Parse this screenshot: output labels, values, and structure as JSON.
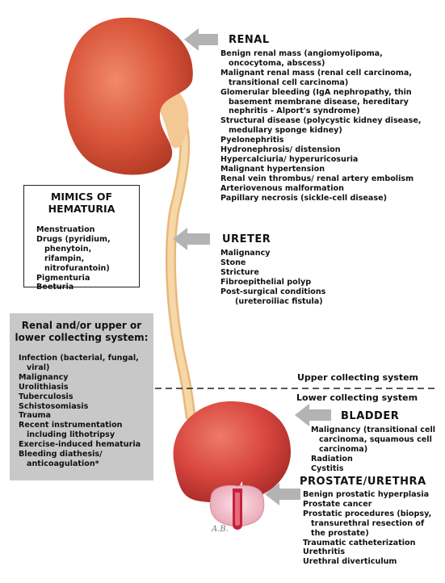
{
  "renal": {
    "title": "RENAL",
    "items": [
      "Benign renal mass (angiomyolipoma, oncocytoma, abscess)",
      "Malignant renal mass (renal cell carcinoma, transitional cell carcinoma)",
      "Glomerular bleeding (IgA nephropathy, thin basement membrane disease, hereditary nephritis - Alport's syndrome)",
      "Structural disease (polycystic kidney disease, medullary sponge kidney)",
      "Pyelonephritis",
      "Hydronephrosis/ distension",
      "Hypercalciuria/ hyperuricosuria",
      "Malignant hypertension",
      "Renal vein thrombus/ renal artery embolism",
      "Arteriovenous malformation",
      "Papillary necrosis (sickle-cell disease)"
    ]
  },
  "ureter": {
    "title": "URETER",
    "items": [
      "Malignancy",
      "Stone",
      "Stricture",
      "Fibroepithelial polyp",
      "Post-surgical conditions (ureteroiliac fistula)"
    ]
  },
  "mimics": {
    "title": "MIMICS OF HEMATURIA",
    "items": [
      "Menstruation",
      "Drugs (pyridium, phenytoin, rifampin, nitrofurantoin)",
      "Pigmenturia",
      "Beeturia"
    ]
  },
  "collecting": {
    "title": "Renal and/or upper or lower collecting system:",
    "items": [
      "Infection (bacterial, fungal, viral)",
      "Malignancy",
      "Urolithiasis",
      "Tuberculosis",
      "Schistosomiasis",
      "Trauma",
      "Recent instrumentation including lithotripsy",
      "Exercise-induced hematuria",
      "Bleeding diathesis/ anticoagulation*"
    ]
  },
  "divider": {
    "upper": "Upper collecting system",
    "lower": "Lower collecting system"
  },
  "bladder": {
    "title": "BLADDER",
    "items": [
      "Malignancy (transitional cell carcinoma, squamous cell carcinoma)",
      "Radiation",
      "Cystitis"
    ]
  },
  "prostate": {
    "title": "PROSTATE/URETHRA",
    "items": [
      "Benign prostatic hyperplasia",
      "Prostate cancer",
      "Prostatic procedures (biopsy, transurethral resection of the prostate)",
      "Traumatic catheterization",
      "Urethritis",
      "Urethral diverticulum"
    ]
  },
  "signature": "A.B.",
  "colors": {
    "kidney": "#d9543a",
    "ureter": "#f3c894",
    "bladder": "#d9473f",
    "prostate": "#f2b9c4",
    "urethra": "#c0243a",
    "arrow": "#b3b3b3",
    "gray_box": "#c8c8c8"
  }
}
